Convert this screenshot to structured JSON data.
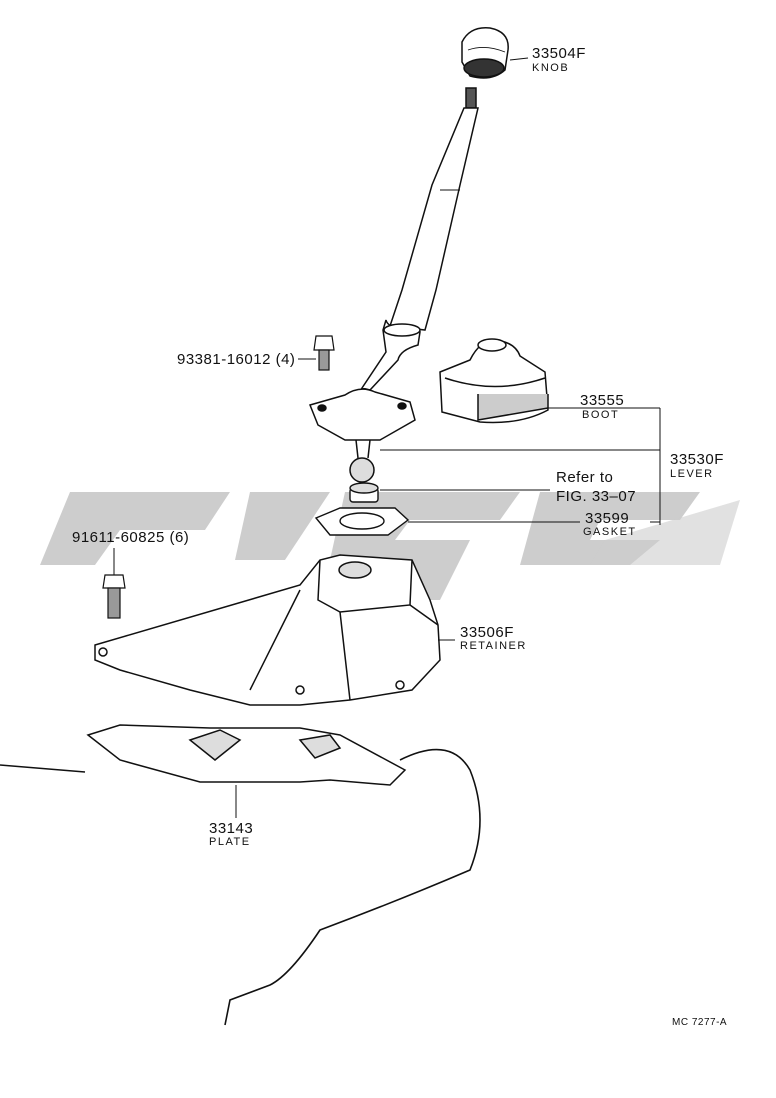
{
  "watermark": {
    "color": "#c8c8c8"
  },
  "parts": {
    "knob": {
      "number": "33504F",
      "name": "KNOB"
    },
    "boot": {
      "number": "33555",
      "name": "BOOT"
    },
    "lever": {
      "number": "33530F",
      "name": "LEVER"
    },
    "gasket": {
      "number": "33599",
      "name": "GASKET"
    },
    "retainer": {
      "number": "33506F",
      "name": "RETAINER"
    },
    "plate": {
      "number": "33143",
      "name": "PLATE"
    },
    "bolt_lever": {
      "number": "93381-16012 (4)"
    },
    "bolt_retainer": {
      "number": "91611-60825 (6)"
    }
  },
  "reference": {
    "line1": "Refer to",
    "line2": "FIG. 33–07"
  },
  "figure_code": "MC 7277-A"
}
